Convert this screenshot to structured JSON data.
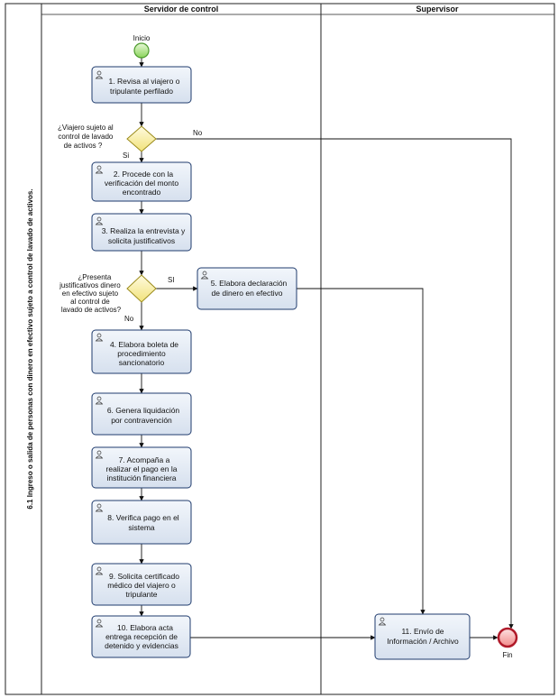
{
  "pool": {
    "title": "6.1  Ingreso o salida de personas con dinero en efectivo sujeto a control de lavado de activos.",
    "lanes": [
      {
        "title": "Servidor de control"
      },
      {
        "title": "Supervisor"
      }
    ]
  },
  "events": {
    "start": "Inicio",
    "end": "Fin"
  },
  "tasks": [
    {
      "lines": [
        "1. Revisa al viajero o",
        "tripulante perfilado"
      ]
    },
    {
      "lines": [
        "2. Procede con la",
        "verificación  del monto",
        "encontrado"
      ]
    },
    {
      "lines": [
        "3. Realiza la entrevista y",
        "solicita justificativos"
      ]
    },
    {
      "lines": [
        "5. Elabora declaración",
        "de dinero en efectivo"
      ]
    },
    {
      "lines": [
        "4. Elabora boleta de",
        "procedimiento",
        "sancionatorio"
      ]
    },
    {
      "lines": [
        "6. Genera liquidación",
        "por contravención"
      ]
    },
    {
      "lines": [
        "7. Acompaña a",
        "realizar el pago en la",
        "institución financiera"
      ]
    },
    {
      "lines": [
        "8. Verifica pago en el",
        "sistema"
      ]
    },
    {
      "lines": [
        "9. Solicita certificado",
        "médico del viajero o",
        "tripulante"
      ]
    },
    {
      "lines": [
        "10. Elabora acta",
        "entrega recepción de",
        "detenido y evidencias"
      ]
    },
    {
      "lines": [
        "11. Envío de",
        "Información  / Archivo"
      ]
    }
  ],
  "gateways": [
    {
      "lines": [
        "¿Viajero sujeto al",
        "control de lavado",
        "de activos ?"
      ],
      "yes": "Si",
      "no": "No"
    },
    {
      "lines": [
        "¿Presenta",
        "justificativos dinero",
        "en efectivo sujeto",
        "al control de",
        "lavado de activos?"
      ],
      "yes": "SI",
      "no": "No"
    }
  ]
}
